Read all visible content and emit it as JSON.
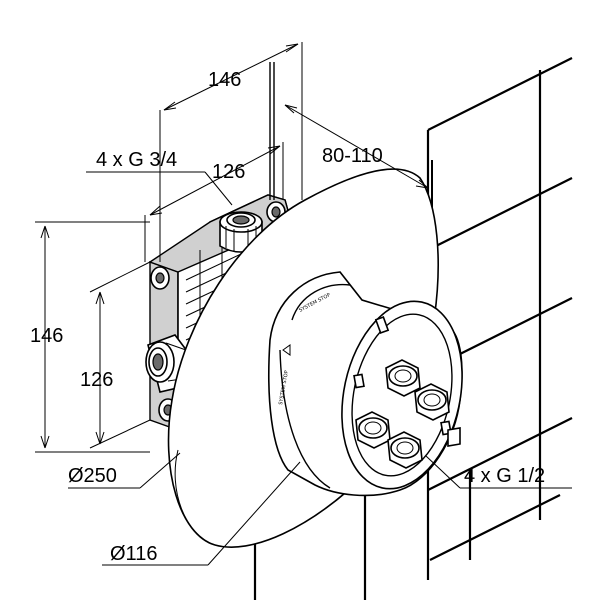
{
  "dimensions": {
    "width_top": "146",
    "inlets_top": "4 x G 3/4",
    "width_inner": "126",
    "wall_depth": "80-110",
    "height_outer": "146",
    "height_inner": "126",
    "cover_diameter": "Ø250",
    "body_diameter": "Ø116",
    "outlets": "4 x G 1/2"
  },
  "colors": {
    "line": "#000000",
    "background": "#ffffff",
    "shading": "#d0d0d0"
  }
}
